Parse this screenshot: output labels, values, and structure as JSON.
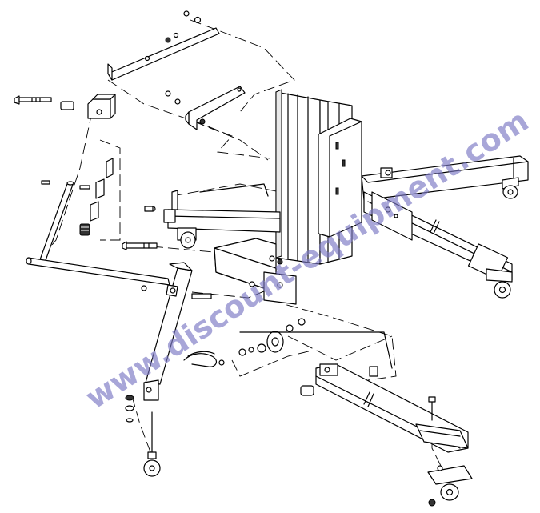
{
  "watermark": {
    "text": "www.discount-equipment.com",
    "color": "#7b78c4"
  },
  "diagram": {
    "type": "exploded-parts-drawing",
    "subject": "material lift base, outriggers and mast assembly",
    "line_color": "#000000",
    "background": "#ffffff"
  }
}
